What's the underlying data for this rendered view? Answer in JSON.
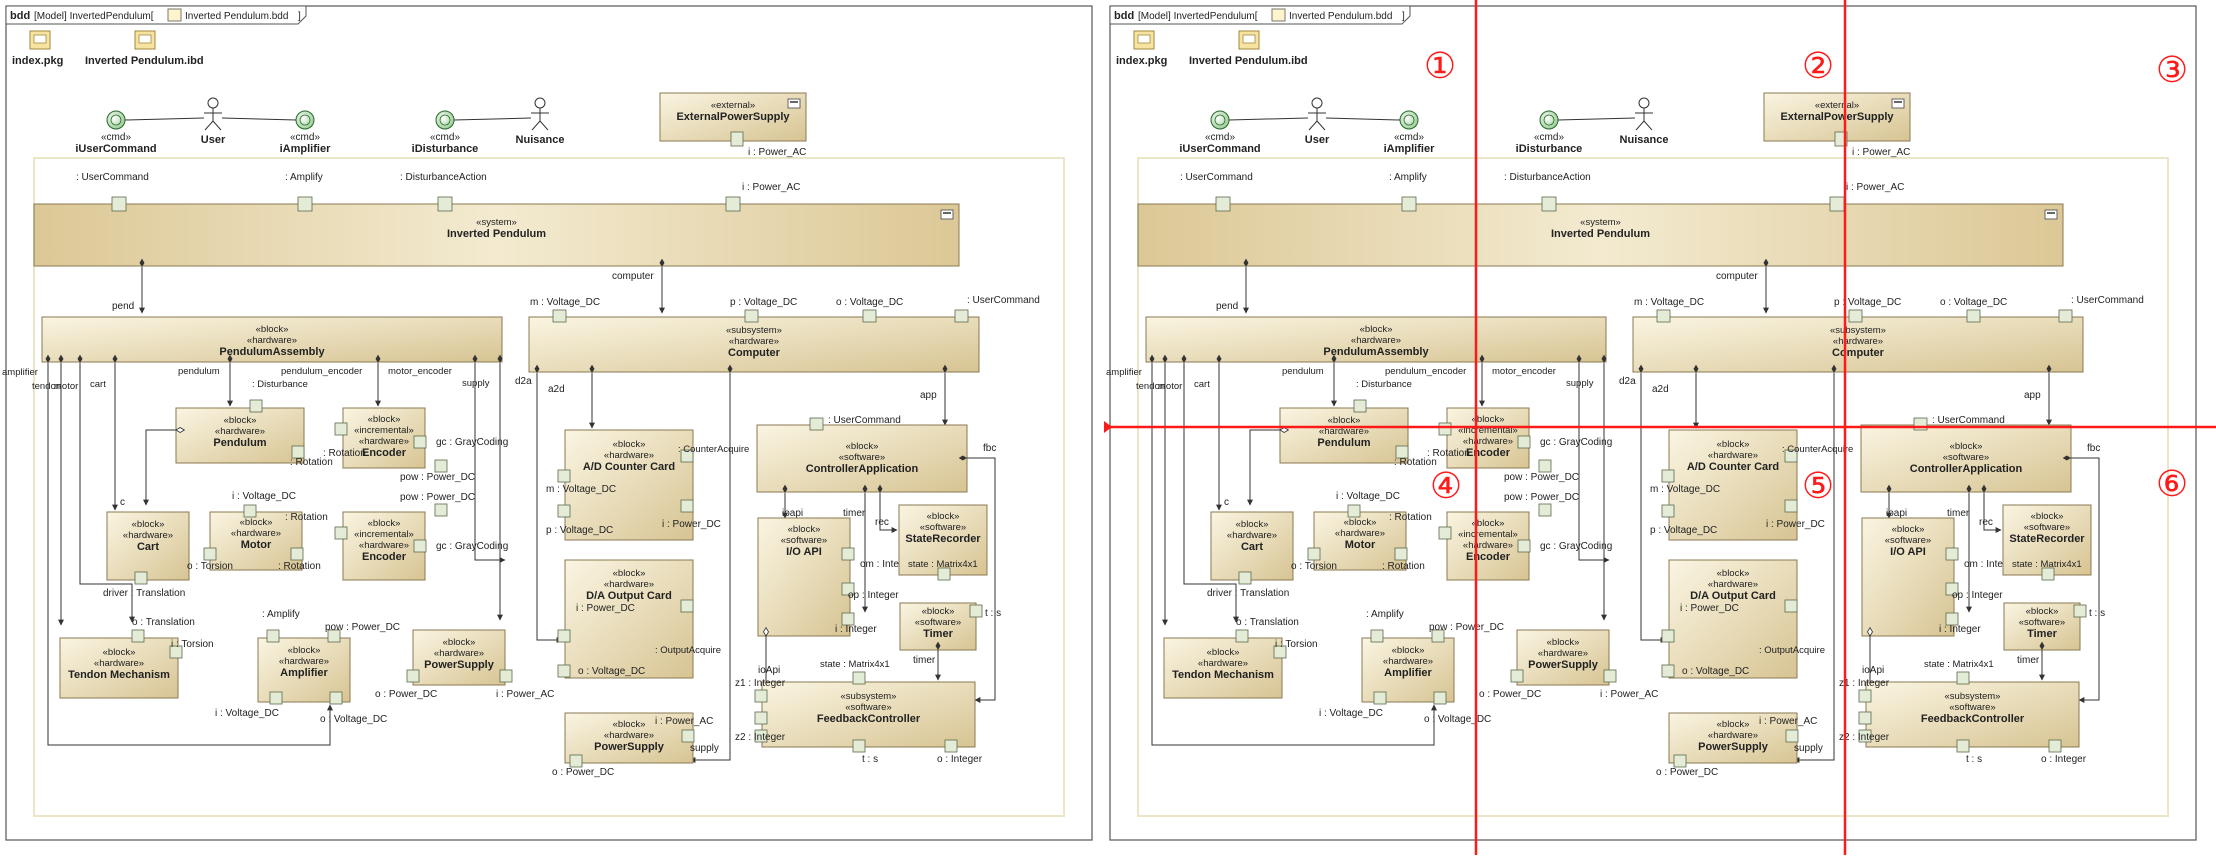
{
  "frame": {
    "kind": "bdd",
    "context": "[Model] InvertedPendulum[",
    "name": "Inverted Pendulum.bdd",
    "close": "]"
  },
  "links": {
    "pkg": "index.pkg",
    "ibd": "Inverted Pendulum.ibd"
  },
  "actors": {
    "iUserCommand": {
      "stereo": "«cmd»",
      "name": "iUserCommand"
    },
    "user": {
      "name": "User"
    },
    "iAmplifier": {
      "stereo": "«cmd»",
      "name": "iAmplifier"
    },
    "iDisturbance": {
      "stereo": "«cmd»",
      "name": "iDisturbance"
    },
    "nuisance": {
      "name": "Nuisance"
    }
  },
  "blocks": {
    "external_power": {
      "stereo": [
        "«external»"
      ],
      "name": "ExternalPowerSupply"
    },
    "system": {
      "stereo": [
        "«system»"
      ],
      "name": "Inverted Pendulum"
    },
    "pendulum_assembly": {
      "stereo": [
        "«block»",
        "«hardware»"
      ],
      "name": "PendulumAssembly"
    },
    "computer": {
      "stereo": [
        "«subsystem»",
        "«hardware»"
      ],
      "name": "Computer"
    },
    "pendulum": {
      "stereo": [
        "«block»",
        "«hardware»"
      ],
      "name": "Pendulum"
    },
    "encoder1": {
      "stereo": [
        "«block»",
        "«incremental»",
        "«hardware»"
      ],
      "name": "Encoder"
    },
    "cart": {
      "stereo": [
        "«block»",
        "«hardware»"
      ],
      "name": "Cart"
    },
    "motor": {
      "stereo": [
        "«block»",
        "«hardware»"
      ],
      "name": "Motor"
    },
    "encoder2": {
      "stereo": [
        "«block»",
        "«incremental»",
        "«hardware»"
      ],
      "name": "Encoder"
    },
    "tendon": {
      "stereo": [
        "«block»",
        "«hardware»"
      ],
      "name": "Tendon Mechanism"
    },
    "amplifier": {
      "stereo": [
        "«block»",
        "«hardware»"
      ],
      "name": "Amplifier"
    },
    "power_supply_hw": {
      "stereo": [
        "«block»",
        "«hardware»"
      ],
      "name": "PowerSupply"
    },
    "ad_card": {
      "stereo": [
        "«block»",
        "«hardware»"
      ],
      "name": "A/D Counter Card"
    },
    "da_card": {
      "stereo": [
        "«block»",
        "«hardware»"
      ],
      "name": "D/A Output Card"
    },
    "power_supply_comp": {
      "stereo": [
        "«block»",
        "«hardware»"
      ],
      "name": "PowerSupply"
    },
    "controller_app": {
      "stereo": [
        "«block»",
        "«software»"
      ],
      "name": "ControllerApplication"
    },
    "io_api": {
      "stereo": [
        "«block»",
        "«software»"
      ],
      "name": "I/O API"
    },
    "state_recorder": {
      "stereo": [
        "«block»",
        "«software»"
      ],
      "name": "StateRecorder"
    },
    "timer": {
      "stereo": [
        "«block»",
        "«software»"
      ],
      "name": "Timer"
    },
    "feedback_controller": {
      "stereo": [
        "«subsystem»",
        "«software»"
      ],
      "name": "FeedbackController"
    }
  },
  "labels": {
    "i_power_ac_ext": "i : Power_AC",
    "user_command_port": ": UserCommand",
    "amplify_port": ": Amplify",
    "disturbance_action_port": ": DisturbanceAction",
    "i_power_ac_sys": "i : Power_AC",
    "pend": "pend",
    "computer_role": "computer",
    "m_voltage_dc": "m : Voltage_DC",
    "p_voltage_dc": "p : Voltage_DC",
    "o_voltage_dc_top": "o : Voltage_DC",
    "user_command_comp": ": UserCommand",
    "amplifier_role": "amplifier",
    "tendon_role": "tendon",
    "motor_role": "motor",
    "cart_role": "cart",
    "pendulum_role": "pendulum",
    "disturbance_port": ": Disturbance",
    "pendulum_encoder_role": "pendulum_encoder",
    "motor_encoder_role": "motor_encoder",
    "supply_role": "supply",
    "rotation_1": ": Rotation",
    "rotation_2": ": Rotation",
    "gc_graycoding_1": "gc : GrayCoding",
    "pow_power_dc_1": "pow : Power_DC",
    "c_role": "c",
    "i_voltage_dc_motor": "i : Voltage_DC",
    "rotation_motor_out": ": Rotation",
    "rotation_enc2_in": ": Rotation",
    "pow_power_dc_2": "pow : Power_DC",
    "gc_graycoding_2": "gc : GrayCoding",
    "o_torsion": "o : Torsion",
    "driver_translation": "driver : Translation",
    "o_translation": "o : Translation",
    "i_torsion": "i : Torsion",
    "amplify_amp": ": Amplify",
    "pow_power_dc_amp": "pow : Power_DC",
    "i_voltage_dc_amp": "i : Voltage_DC",
    "o_voltage_dc_amp": "o : Voltage_DC",
    "o_power_dc_ps": "o : Power_DC",
    "i_power_ac_ps": "i : Power_AC",
    "d2a_role": "d2a",
    "a2d_role": "a2d",
    "app_role": "app",
    "counter_acquire": ": CounterAcquire",
    "m_voltage_dc_ad": "m : Voltage_DC",
    "p_voltage_dc_ad": "p : Voltage_DC",
    "i_power_dc_ad": "i : Power_DC",
    "i_power_dc_da": "i : Power_DC",
    "output_acquire": ": OutputAcquire",
    "o_voltage_dc_da": "o : Voltage_DC",
    "i_power_ac_comp": "i : Power_AC",
    "supply_comp": "supply",
    "o_power_dc_comp": "o : Power_DC",
    "user_command_app": ": UserCommand",
    "fbc_role": "fbc",
    "ioapi_role": "ioapi",
    "timer_role": "timer",
    "rec_role": "rec",
    "om_integer": "om : Integer",
    "op_integer": "op : Integer",
    "i_integer": "i : Integer",
    "state_matrix_rec": "state : Matrix4x1",
    "t_s_timer": "t : s",
    "timer_role2": "timer",
    "state_matrix_fc": "state : Matrix4x1",
    "ioapi_fc": "ioApi",
    "z1_integer": "z1 : Integer",
    "z2_integer": "z2 : Integer",
    "t_s_fc": "t : s",
    "o_integer_fc": "o : Integer"
  },
  "overlay": {
    "markers": [
      "①",
      "②",
      "③",
      "④",
      "⑤",
      "⑥"
    ],
    "color": "#ff1a1a"
  },
  "colors": {
    "block_fill_light": "#f7f1da",
    "block_fill_dark": "#d9c898",
    "block_border": "#8a7a50",
    "port_fill": "#e4ecd8",
    "frame_border": "#555555",
    "interface_fill": "#c9e8c8"
  }
}
